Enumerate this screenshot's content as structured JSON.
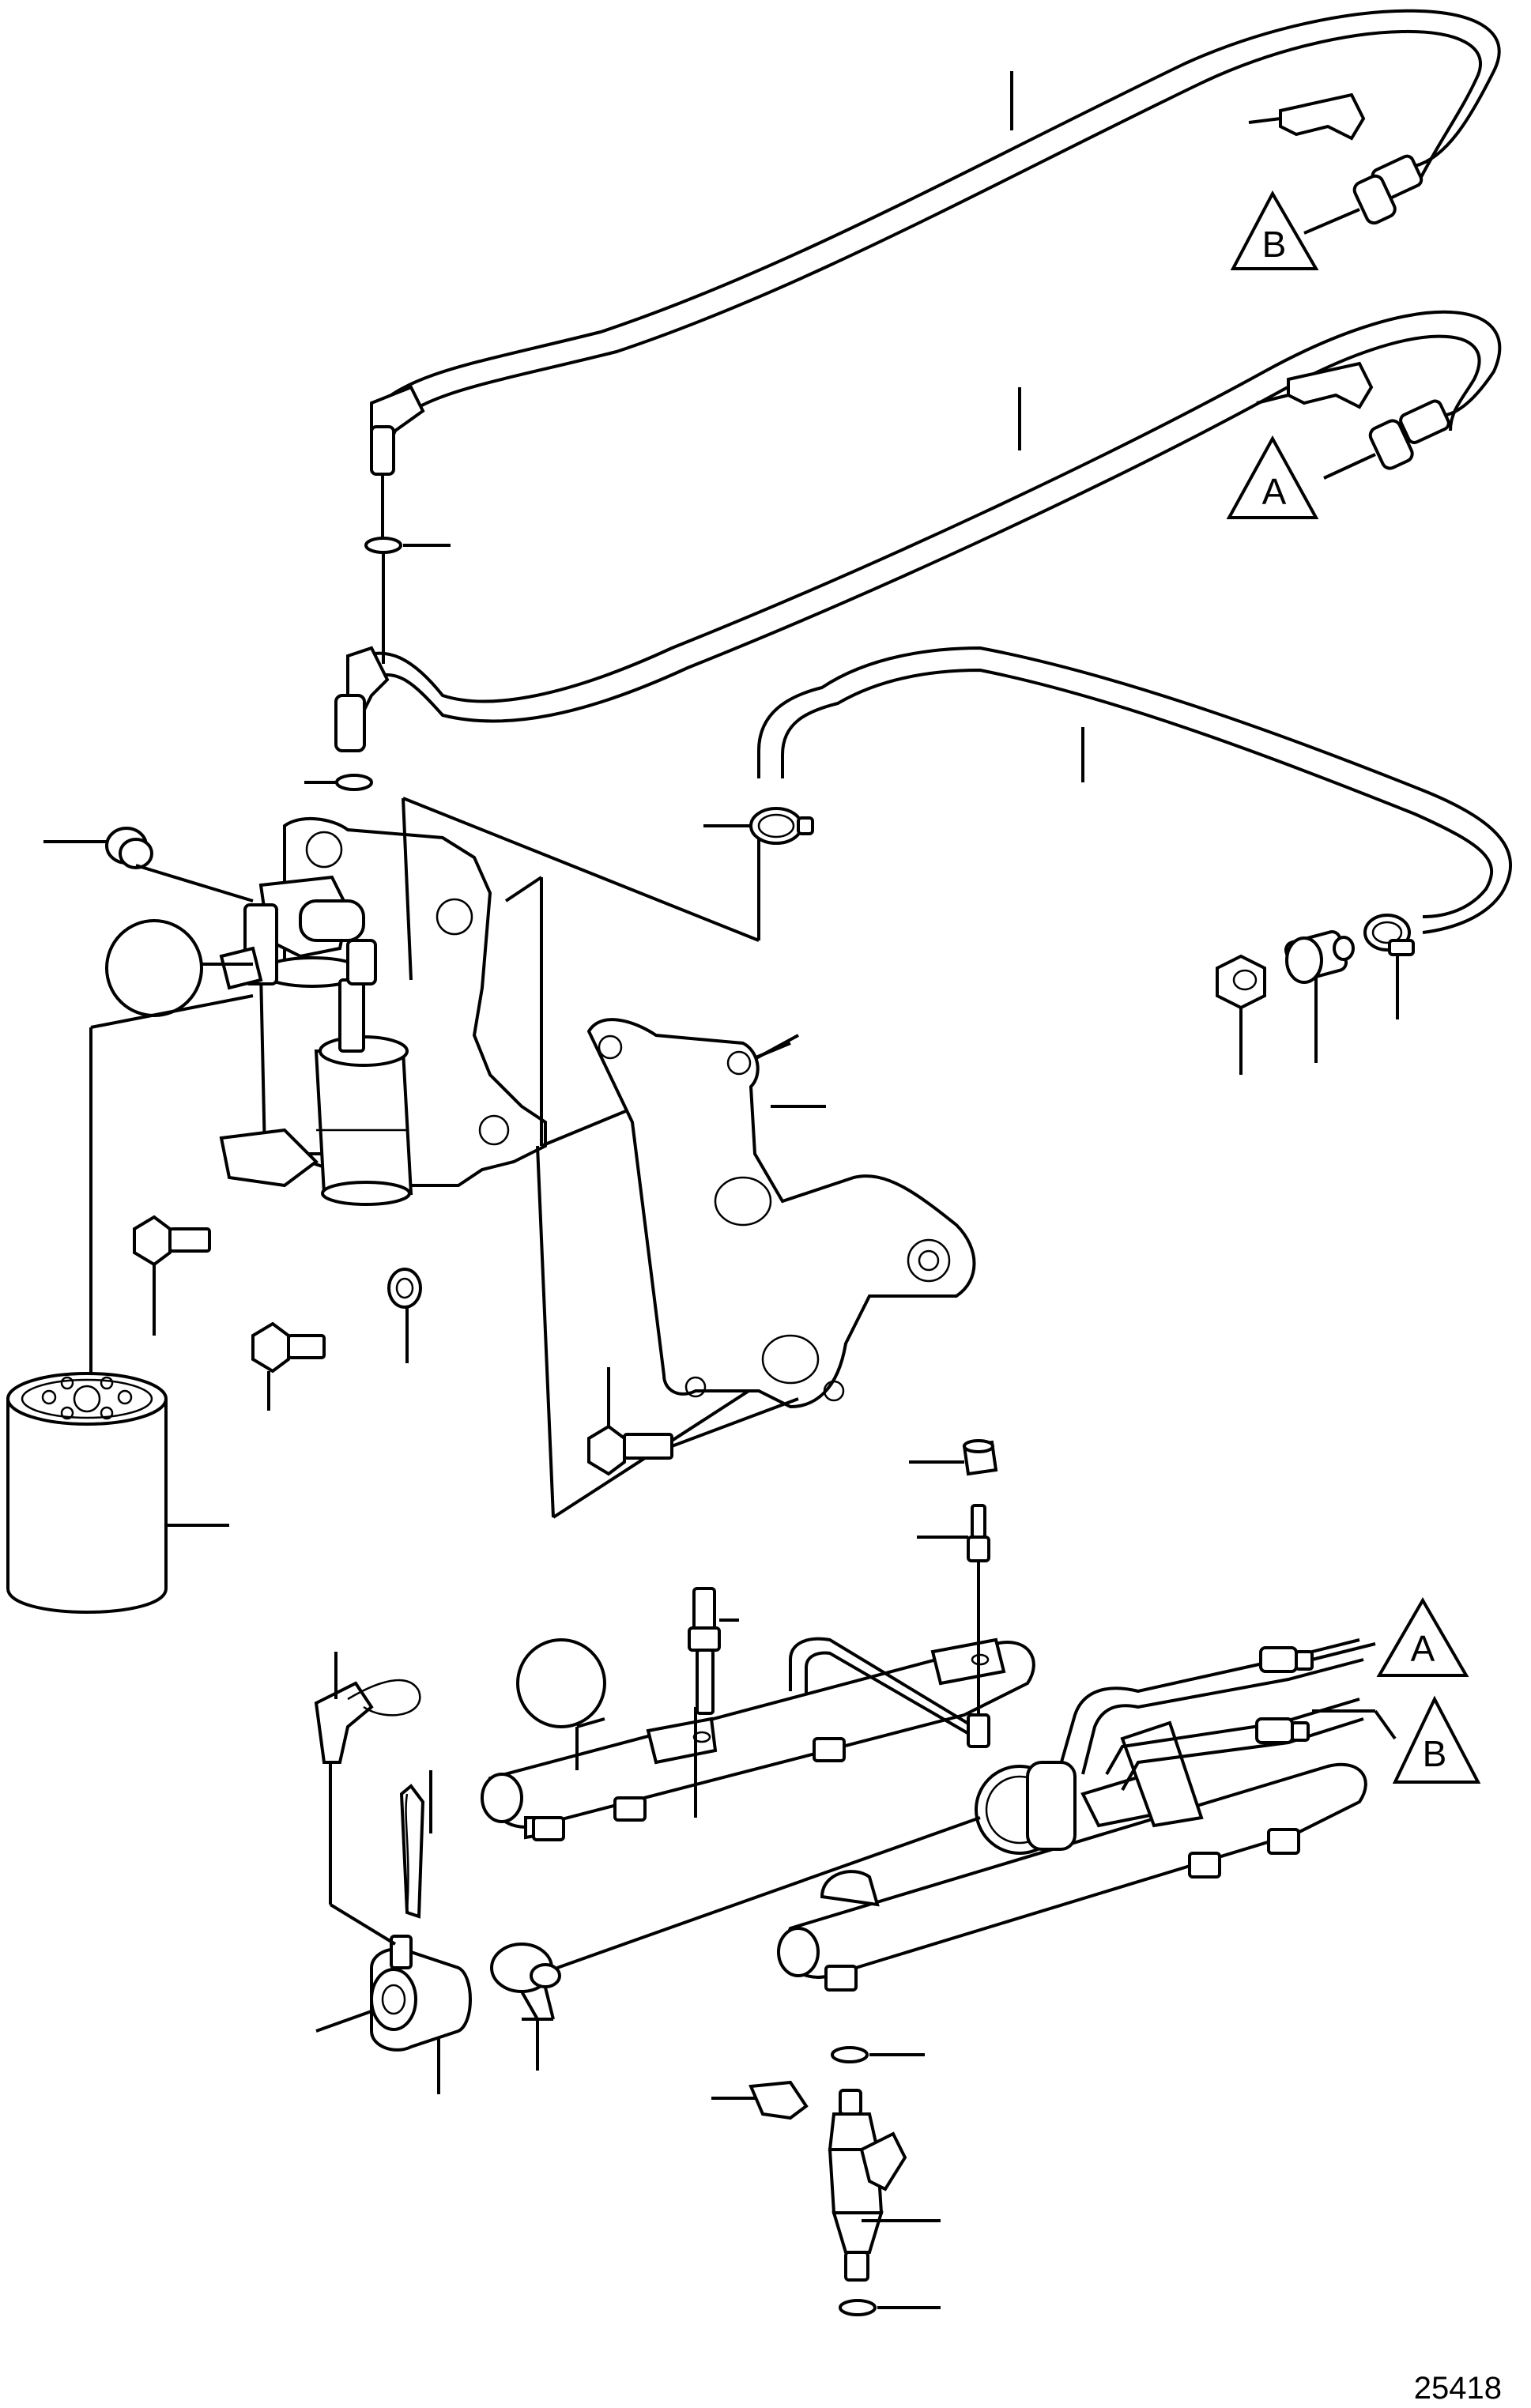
{
  "drawing": {
    "number": "25418"
  },
  "markers": [
    {
      "id": "B",
      "label": "B"
    },
    {
      "id": "A",
      "label": "A"
    },
    {
      "id": "A2",
      "label": "A"
    },
    {
      "id": "B2",
      "label": "B"
    }
  ],
  "callout_circles": [
    {
      "id": "filter-assembly-ref",
      "label": ""
    },
    {
      "id": "fuel-rail-ref",
      "label": ""
    }
  ]
}
